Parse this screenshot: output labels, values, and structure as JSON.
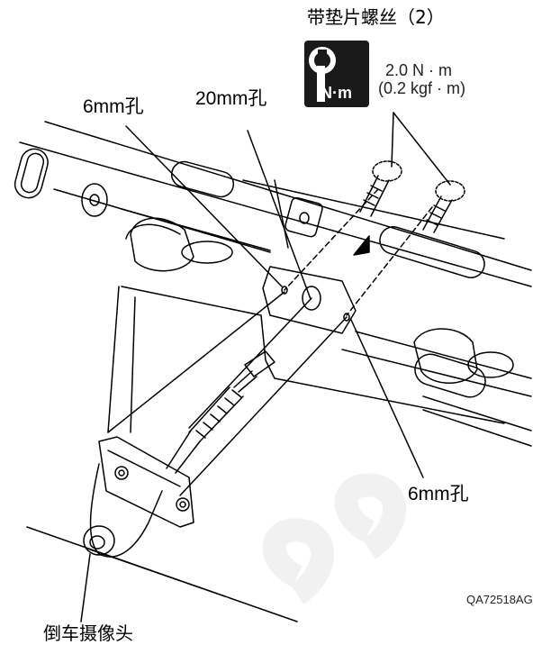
{
  "labels": {
    "bolt": "带垫片螺丝（2）",
    "hole_20mm": "20mm孔",
    "hole_6mm_left": "6mm孔",
    "hole_6mm_right": "6mm孔",
    "camera": "倒车摄像头",
    "torque_unit": "N·m",
    "torque_value": "2.0 N · m",
    "torque_value_alt": "(0.2 kgf · m)",
    "figure_code": "QA72518AG"
  },
  "colors": {
    "line": "#000000",
    "torque_box": "#1a1a1a",
    "watermark": "#f2f2f2"
  },
  "icons": [
    "wrench-icon"
  ]
}
